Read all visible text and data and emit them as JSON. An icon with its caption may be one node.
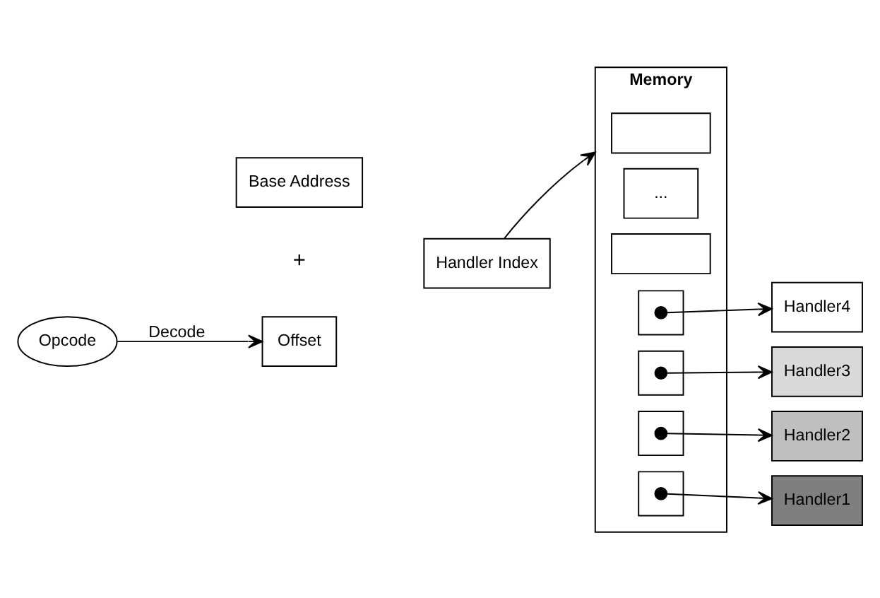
{
  "diagram": {
    "nodes": [
      {
        "text": [
          "Opcode"
        ]
      },
      {
        "text": [
          "Base Address"
        ]
      },
      {
        "text": [
          "Offset"
        ]
      },
      {
        "text": [
          "Handler Index"
        ]
      },
      {
        "text": [
          "Memory"
        ]
      },
      {
        "text": [],
        "shape": "box",
        "in": 4
      },
      {
        "text": [
          "..."
        ],
        "in": 4
      },
      {
        "text": [],
        "shape": "box",
        "in": 4
      },
      {
        "text": [],
        "shape": "box",
        "in": 4
      },
      {
        "text": [],
        "shape": "circle",
        "in": 8
      },
      {
        "text": [],
        "shape": "box",
        "in": 4
      },
      {
        "text": [],
        "shape": "circle",
        "in": 10
      },
      {
        "text": [],
        "shape": "box",
        "in": 4
      },
      {
        "text": [],
        "shape": "circle",
        "in": 12
      },
      {
        "text": [],
        "shape": "box",
        "in": 4
      },
      {
        "text": [],
        "shape": "circle",
        "in": 14
      },
      {
        "text": [
          "Handler4"
        ]
      },
      {
        "text": [
          "Handler3"
        ]
      },
      {
        "text": [
          "Handler2"
        ]
      },
      {
        "text": [
          "Handler1"
        ]
      }
    ],
    "edges": [
      {
        "from": 0,
        "to": 2,
        "label": "Decode",
        "arrow": "to"
      },
      {
        "from": 3,
        "to": 4,
        "arrow": "to"
      },
      {
        "from": 9,
        "to": 16,
        "arrow": "to"
      },
      {
        "from": 11,
        "to": 17,
        "arrow": "to"
      },
      {
        "from": 13,
        "to": 18,
        "arrow": "to"
      },
      {
        "from": 15,
        "to": 19,
        "arrow": "to"
      }
    ],
    "labels": [
      "+"
    ]
  }
}
